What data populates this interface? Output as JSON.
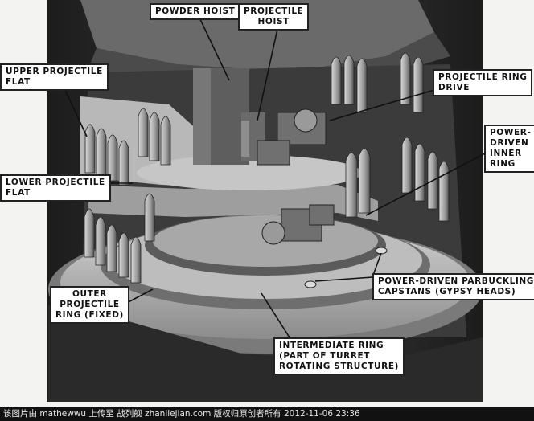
{
  "labels": {
    "powder_hoist": "POWDER HOIST",
    "projectile_hoist": "PROJECTILE\nHOIST",
    "upper_projectile_flat": "UPPER PROJECTILE\nFLAT",
    "projectile_ring_drive": "PROJECTILE RING\nDRIVE",
    "power_driven_inner_ring": "POWER-\nDRIVEN\nINNER\nRING",
    "lower_projectile_flat": "LOWER PROJECTILE\nFLAT",
    "outer_projectile_ring": "OUTER\nPROJECTILE\nRING (FIXED)",
    "parbuckling_capstans": "POWER-DRIVEN PARBUCKLING\nCAPSTANS (GYPSY HEADS)",
    "intermediate_ring": "INTERMEDIATE RING\n(PART OF TURRET\nROTATING STRUCTURE)"
  },
  "footer": {
    "caption": "该图片由 mathewwu 上传至 战列舰 zhanliejian.com 版权归原创者所有 2012-11-06 23:36"
  },
  "colors": {
    "background": "#f3f3f1",
    "hull_dark": "#2b2b2b",
    "metal_light": "#bdbdbd",
    "metal_mid": "#8a8a8a",
    "metal_dark": "#4a4a4a",
    "label_border": "#222222"
  }
}
